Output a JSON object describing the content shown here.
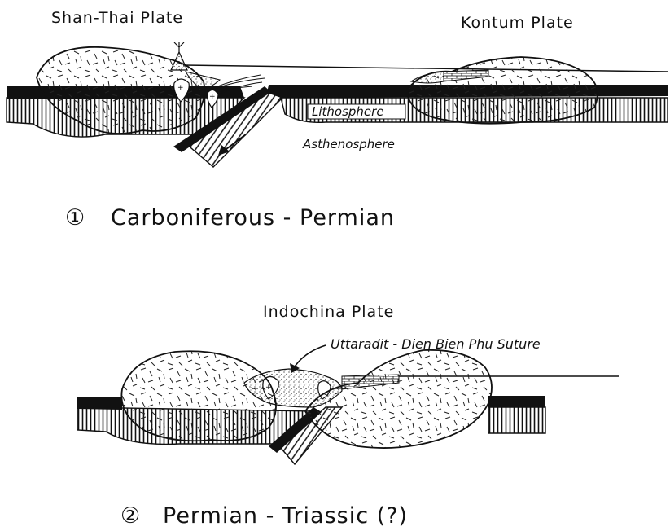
{
  "panel1": {
    "plate_left": "Shan-Thai Plate",
    "plate_right": "Kontum Plate",
    "lithosphere": "Lithosphere",
    "asthenosphere": "Asthenosphere",
    "stage_number": "①",
    "stage_label": "Carboniferous - Permian"
  },
  "panel2": {
    "plate": "Indochina Plate",
    "suture": "Uttaradit - Dien Bien Phu Suture",
    "stage_number": "②",
    "stage_label": "Permian - Triassic (?)"
  }
}
